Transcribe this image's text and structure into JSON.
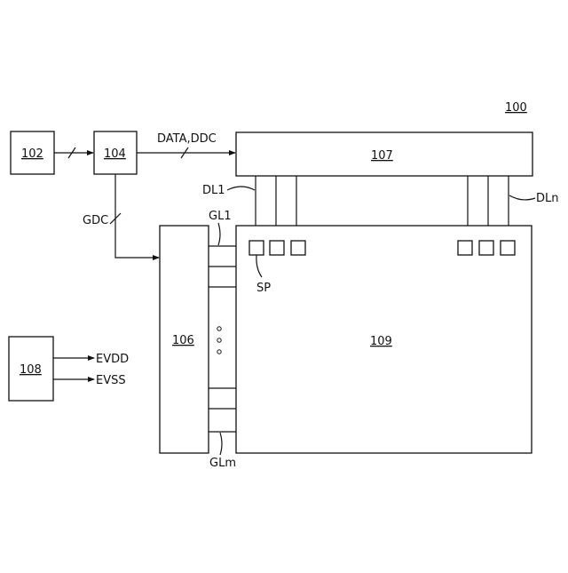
{
  "labels": {
    "system_ref": "100",
    "block_102": "102",
    "block_104": "104",
    "block_106": "106",
    "block_107": "107",
    "block_108": "108",
    "block_109": "109",
    "data_ddc": "DATA,DDC",
    "gdc": "GDC",
    "dl1": "DL1",
    "dln": "DLn",
    "gl1": "GL1",
    "glm": "GLm",
    "sp": "SP",
    "evdd": "EVDD",
    "evss": "EVSS"
  }
}
